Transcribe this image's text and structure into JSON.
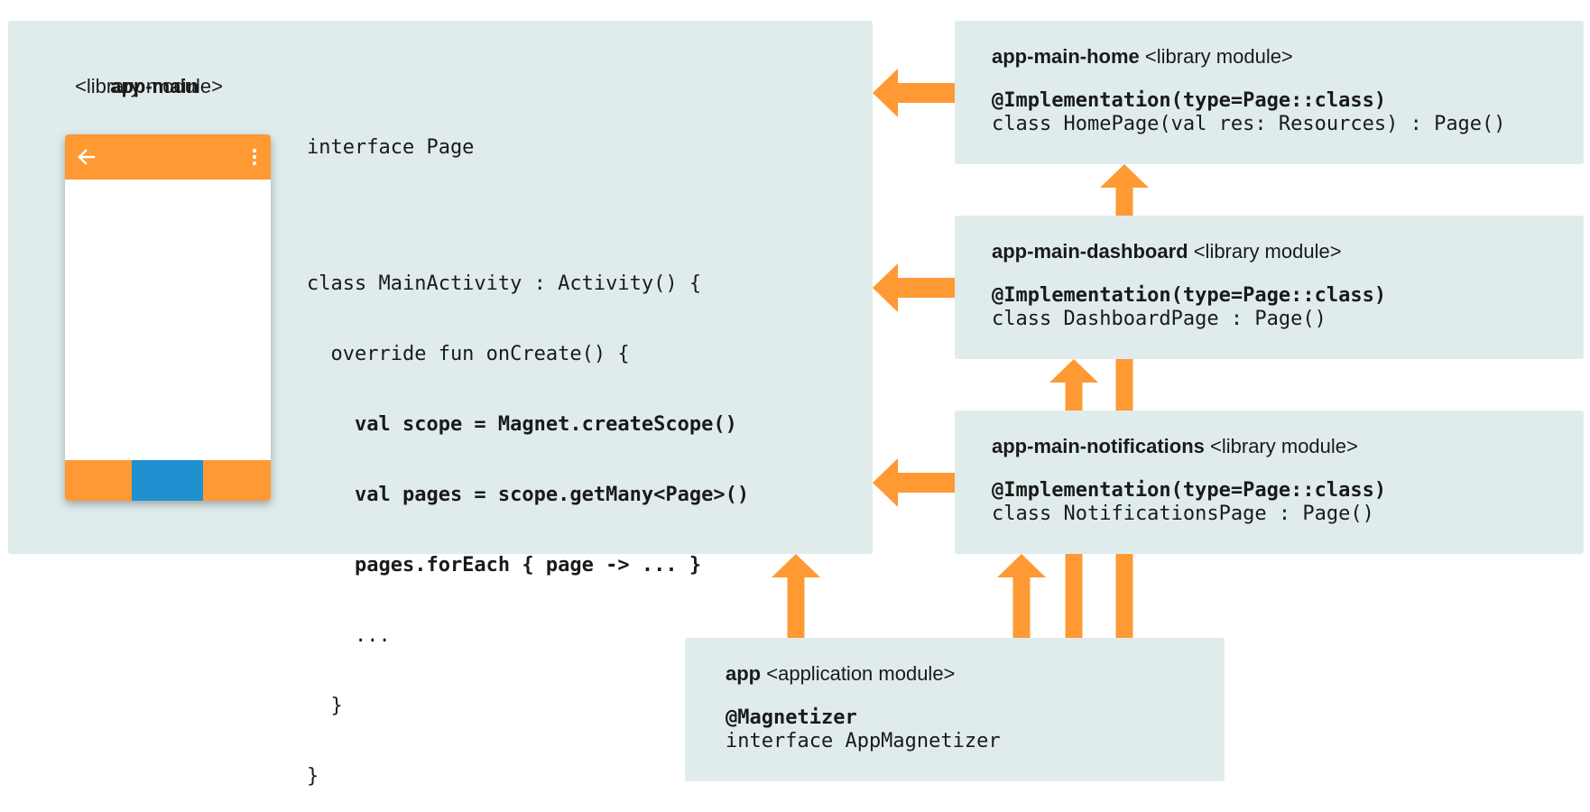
{
  "colors": {
    "box_bg": "#e0ecec",
    "arrow": "#ff9933",
    "phone_bar": "#ff9933",
    "phone_nav_active": "#2090d0"
  },
  "app_main": {
    "name": "app-main",
    "kind": "<library module>",
    "interface_line": "interface Page",
    "code": [
      {
        "text": "class MainActivity : Activity() {",
        "bold": false
      },
      {
        "text": "  override fun onCreate() {",
        "bold": false
      },
      {
        "text": "    val scope = Magnet.createScope()",
        "bold": true
      },
      {
        "text": "    val pages = scope.getMany<Page>()",
        "bold": true
      },
      {
        "text": "    pages.forEach { page -> ... }",
        "bold": true
      },
      {
        "text": "    ...",
        "bold": false
      },
      {
        "text": "  }",
        "bold": false
      },
      {
        "text": "}",
        "bold": false
      }
    ],
    "phone": {
      "back_icon": "arrow-left-icon",
      "menu_icon": "more-vert-icon"
    }
  },
  "modules": {
    "home": {
      "name": "app-main-home",
      "kind": "<library module>",
      "annotation": "@Implementation(type=Page::class)",
      "class_line": "class HomePage(val res: Resources) : Page()"
    },
    "dashboard": {
      "name": "app-main-dashboard",
      "kind": "<library module>",
      "annotation": "@Implementation(type=Page::class)",
      "class_line": "class DashboardPage : Page()"
    },
    "notifications": {
      "name": "app-main-notifications",
      "kind": "<library module>",
      "annotation": "@Implementation(type=Page::class)",
      "class_line": "class NotificationsPage : Page()"
    },
    "app": {
      "name": "app",
      "kind": "<application module>",
      "annotation": "@Magnetizer",
      "class_line": "interface AppMagnetizer"
    }
  }
}
